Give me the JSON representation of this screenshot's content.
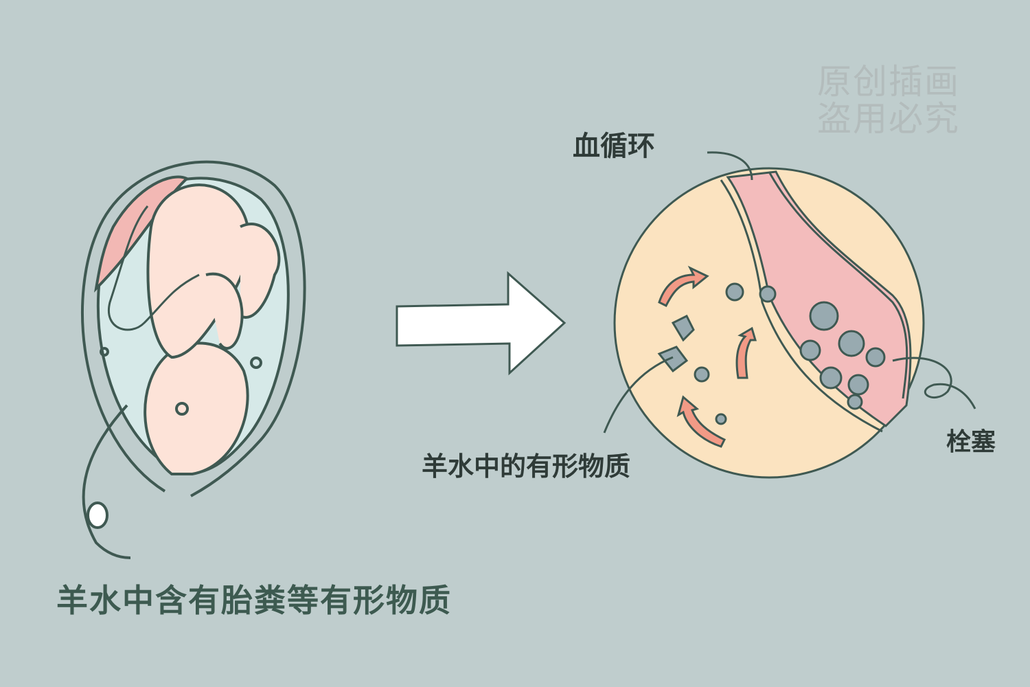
{
  "watermark": {
    "line1": "原创插画",
    "line2": "盗用必究"
  },
  "labels": {
    "blood_circulation": "血循环",
    "embolism": "栓塞",
    "amniotic_particles": "羊水中的有形物质",
    "caption": "羊水中含有胎粪等有形物质"
  },
  "colors": {
    "background": "#bfcdcd",
    "outline": "#3f5952",
    "fetus": "#fde3d8",
    "placenta": "#f2b8b4",
    "fluid": "#d6e9e8",
    "circle": "#fbe3c0",
    "vessel": "#f3bcbc",
    "particles": "#98aab0",
    "arrow": "#f29a86"
  }
}
